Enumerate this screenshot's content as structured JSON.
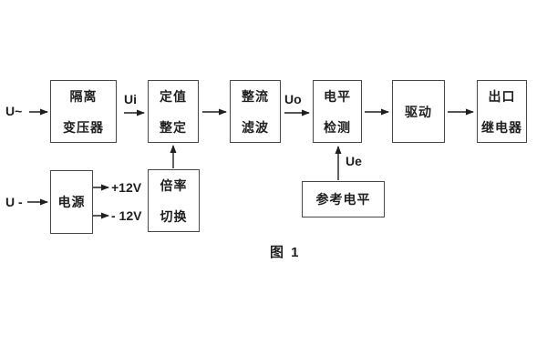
{
  "figure": {
    "caption": "图 1"
  },
  "blocks": [
    {
      "id": "isolation-transformer",
      "line1": "隔离",
      "line2": "变压器"
    },
    {
      "id": "setting-adjustment",
      "line1": "定值",
      "line2": "整定"
    },
    {
      "id": "rectifier-filter",
      "line1": "整流",
      "line2": "滤波"
    },
    {
      "id": "level-detection",
      "line1": "电平",
      "line2": "检测"
    },
    {
      "id": "driver",
      "line1": "驱动"
    },
    {
      "id": "output-relay",
      "line1": "出口",
      "line2": "继电器"
    },
    {
      "id": "power-supply",
      "line1": "电源"
    },
    {
      "id": "multiplier-switch",
      "line1": "倍率",
      "line2": "切换"
    },
    {
      "id": "reference-level",
      "line1": "参考电平"
    }
  ],
  "signals": {
    "input_ac": "U~",
    "input_dc": "U -",
    "ui": "Ui",
    "uo": "Uo",
    "ue": "Ue",
    "rail_pos": "+12V",
    "rail_neg": "- 12V"
  },
  "colors": {
    "background": "#ffffff",
    "border": "#474747",
    "line": "#1f1f1f",
    "text": "#1f1f1f"
  }
}
